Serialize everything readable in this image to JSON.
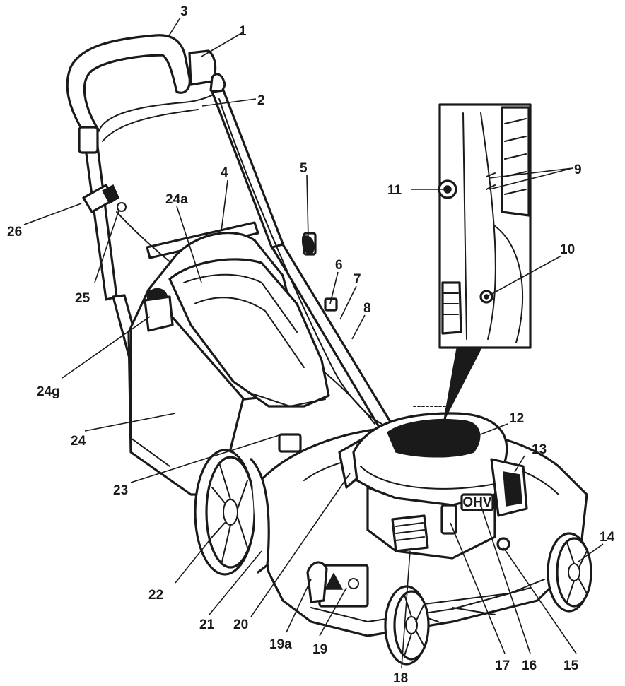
{
  "callouts": [
    {
      "id": "1",
      "label": "1"
    },
    {
      "id": "2",
      "label": "2"
    },
    {
      "id": "3",
      "label": "3"
    },
    {
      "id": "4",
      "label": "4"
    },
    {
      "id": "5",
      "label": "5"
    },
    {
      "id": "6",
      "label": "6"
    },
    {
      "id": "7",
      "label": "7"
    },
    {
      "id": "8",
      "label": "8"
    },
    {
      "id": "9",
      "label": "9"
    },
    {
      "id": "10",
      "label": "10"
    },
    {
      "id": "11",
      "label": "11"
    },
    {
      "id": "12",
      "label": "12"
    },
    {
      "id": "13",
      "label": "13"
    },
    {
      "id": "14",
      "label": "14"
    },
    {
      "id": "15",
      "label": "15"
    },
    {
      "id": "16",
      "label": "16"
    },
    {
      "id": "17",
      "label": "17"
    },
    {
      "id": "18",
      "label": "18"
    },
    {
      "id": "19",
      "label": "19"
    },
    {
      "id": "19a",
      "label": "19a"
    },
    {
      "id": "20",
      "label": "20"
    },
    {
      "id": "21",
      "label": "21"
    },
    {
      "id": "22",
      "label": "22"
    },
    {
      "id": "23",
      "label": "23"
    },
    {
      "id": "24",
      "label": "24"
    },
    {
      "id": "24a",
      "label": "24a"
    },
    {
      "id": "24g",
      "label": "24g"
    },
    {
      "id": "25",
      "label": "25"
    },
    {
      "id": "26",
      "label": "26"
    }
  ],
  "engine_badge": "OHV",
  "colors": {
    "line": "#1a1a1a",
    "fill": "#ffffff",
    "shade": "#9a9a9a"
  },
  "icons": [
    "lawn-mower-illustration",
    "warning-triangle-icon",
    "detail-inset-frame"
  ]
}
